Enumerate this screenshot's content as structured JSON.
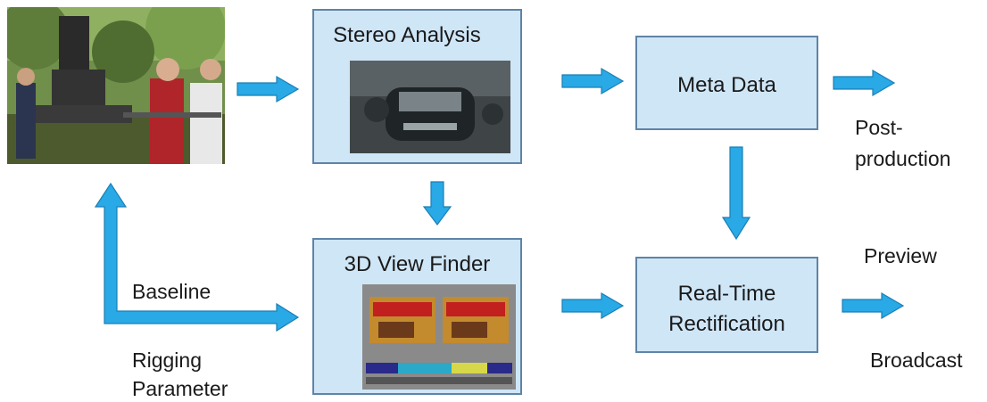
{
  "nodes": {
    "stereo_analysis": "Stereo Analysis",
    "meta_data": "Meta Data",
    "view_finder": "3D View Finder",
    "rectification": [
      "Real-Time",
      "Rectification"
    ]
  },
  "outputs": {
    "post_production": [
      "Post-",
      "production"
    ],
    "preview": "Preview",
    "broadcast": "Broadcast"
  },
  "side_labels": {
    "baseline": "Baseline",
    "rigging_parameter": [
      "Rigging",
      "Parameter"
    ]
  },
  "colors": {
    "box_fill": "#cfe6f7",
    "box_border": "#5f84a6",
    "arrow": "#29a9e6"
  }
}
